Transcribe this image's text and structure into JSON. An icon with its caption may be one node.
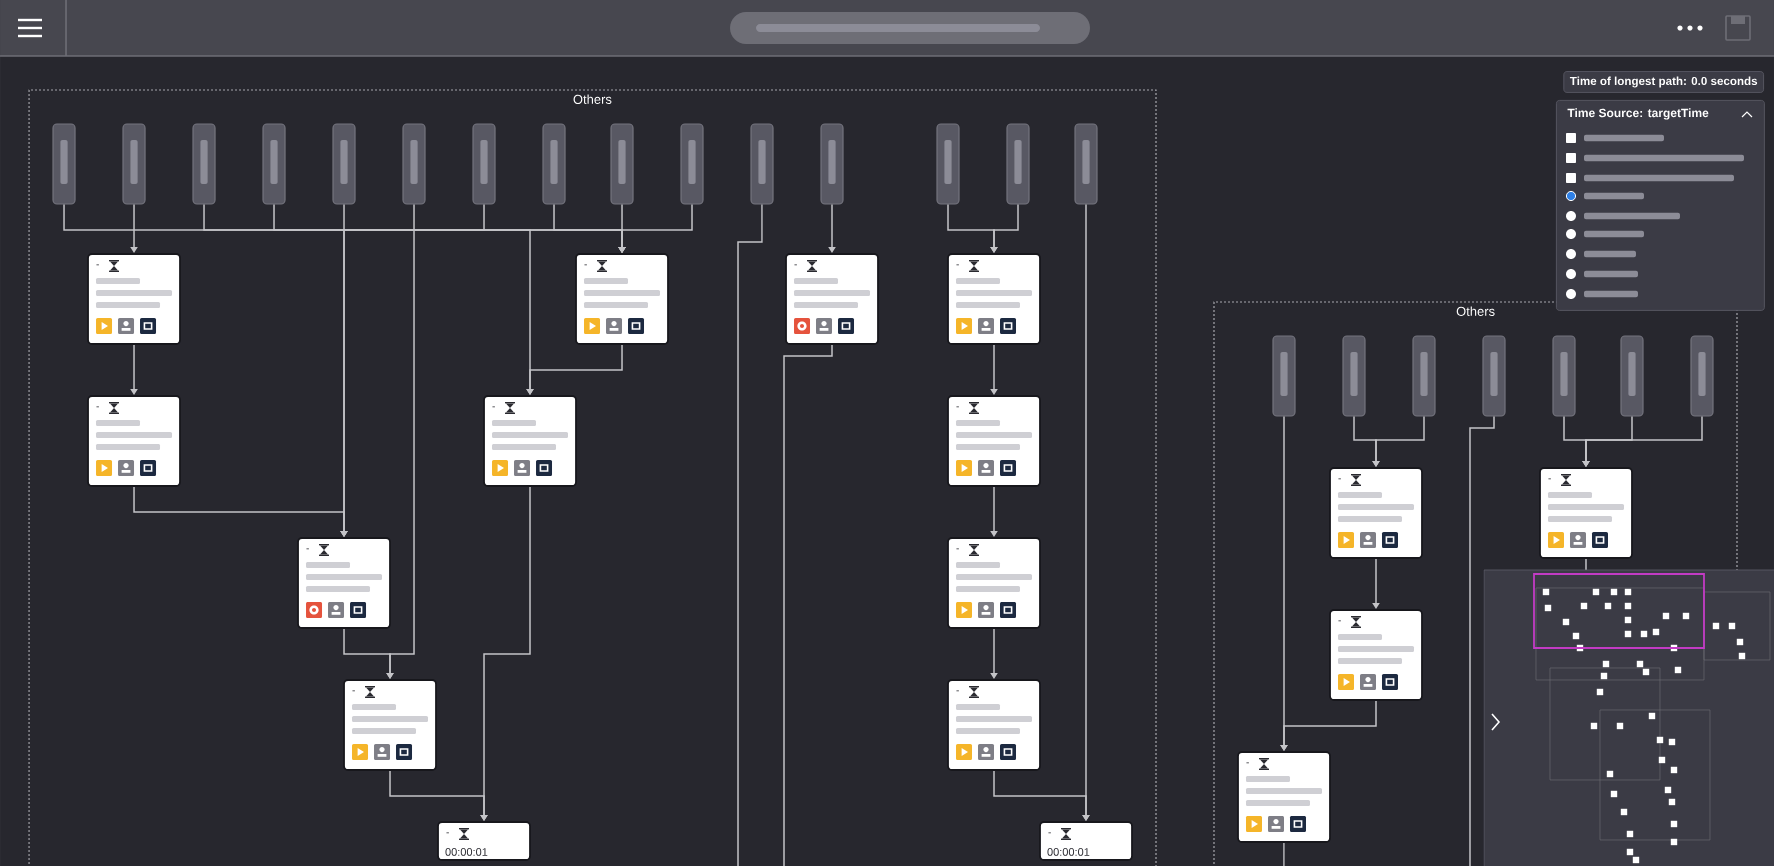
{
  "diagram": {
    "nodes": [
      {
        "text": [
          "Others"
        ]
      },
      {
        "text": [],
        "shape": "bar",
        "in": 0
      },
      {
        "text": [],
        "shape": "bar",
        "in": 0
      },
      {
        "text": [],
        "shape": "bar",
        "in": 0
      },
      {
        "text": [],
        "shape": "bar",
        "in": 0
      },
      {
        "text": [],
        "shape": "bar",
        "in": 0
      },
      {
        "text": [],
        "shape": "bar",
        "in": 0
      },
      {
        "text": [],
        "shape": "bar",
        "in": 0
      },
      {
        "text": [],
        "shape": "bar",
        "in": 0
      },
      {
        "text": [],
        "shape": "bar",
        "in": 0
      },
      {
        "text": [],
        "shape": "bar",
        "in": 0
      },
      {
        "text": [],
        "shape": "bar",
        "in": 0
      },
      {
        "text": [],
        "shape": "bar",
        "in": 0
      },
      {
        "text": [],
        "shape": "bar",
        "in": 0
      },
      {
        "text": [],
        "shape": "bar",
        "in": 0
      },
      {
        "text": [],
        "shape": "bar",
        "in": 0
      },
      {
        "text": [
          "-"
        ],
        "in": 0
      },
      {
        "text": [
          "-"
        ],
        "in": 0
      },
      {
        "text": [
          "-"
        ],
        "in": 0
      },
      {
        "text": [
          "-"
        ],
        "in": 0
      },
      {
        "text": [
          "-"
        ],
        "in": 0
      },
      {
        "text": [
          "-"
        ],
        "in": 0
      },
      {
        "text": [
          "-"
        ],
        "in": 0
      },
      {
        "text": [
          "-"
        ],
        "in": 0
      },
      {
        "text": [
          "-"
        ],
        "in": 0
      },
      {
        "text": [
          "-"
        ],
        "in": 0
      },
      {
        "text": [
          "-"
        ],
        "in": 0
      },
      {
        "text": [
          "-",
          "00:00:01"
        ],
        "in": 0
      },
      {
        "text": [
          "-",
          "00:00:01"
        ],
        "in": 0
      },
      {
        "text": [
          "Others"
        ]
      },
      {
        "text": [],
        "shape": "bar",
        "in": 29
      },
      {
        "text": [],
        "shape": "bar",
        "in": 29
      },
      {
        "text": [],
        "shape": "bar",
        "in": 29
      },
      {
        "text": [],
        "shape": "bar",
        "in": 29
      },
      {
        "text": [],
        "shape": "bar",
        "in": 29
      },
      {
        "text": [],
        "shape": "bar",
        "in": 29
      },
      {
        "text": [],
        "shape": "bar",
        "in": 29
      },
      {
        "text": [
          "-"
        ],
        "in": 29
      },
      {
        "text": [
          "-"
        ],
        "in": 29
      },
      {
        "text": [
          "-"
        ],
        "in": 29
      },
      {
        "text": [
          "-"
        ],
        "in": 29
      },
      {
        "text": [
          "Time of longest path: 0.0 seconds"
        ]
      },
      {
        "text": [
          "Time Source: targetTime"
        ]
      }
    ],
    "edges": [
      {
        "from": 2,
        "to": 16,
        "arrow": "to"
      },
      {
        "from": 16,
        "to": 20,
        "arrow": "to"
      },
      {
        "from": 20,
        "to": 23,
        "arrow": "to"
      },
      {
        "from": 1,
        "to": 21,
        "arrow": "to"
      },
      {
        "from": 3,
        "to": 23,
        "arrow": "to"
      },
      {
        "from": 4,
        "to": 17,
        "arrow": "to"
      },
      {
        "from": 5,
        "to": 17,
        "arrow": "to"
      },
      {
        "from": 6,
        "to": 25,
        "arrow": "to"
      },
      {
        "from": 7,
        "to": 23,
        "arrow": "to"
      },
      {
        "from": 8,
        "to": 17,
        "arrow": "to"
      },
      {
        "from": 9,
        "to": 17,
        "arrow": "to"
      },
      {
        "from": 10,
        "to": 17,
        "arrow": "to"
      },
      {
        "from": 11,
        "to": null,
        "arrow": "none"
      },
      {
        "from": 12,
        "to": 18,
        "arrow": "to"
      },
      {
        "from": 13,
        "to": 19,
        "arrow": "to"
      },
      {
        "from": 14,
        "to": 19,
        "arrow": "to"
      },
      {
        "from": 15,
        "to": 28,
        "arrow": "to"
      },
      {
        "from": 17,
        "to": 21,
        "arrow": "to"
      },
      {
        "from": 21,
        "to": 27,
        "arrow": "to"
      },
      {
        "from": 23,
        "to": 25,
        "arrow": "to"
      },
      {
        "from": 25,
        "to": 27,
        "arrow": "to"
      },
      {
        "from": 19,
        "to": 22,
        "arrow": "to"
      },
      {
        "from": 22,
        "to": 24,
        "arrow": "to"
      },
      {
        "from": 24,
        "to": 26,
        "arrow": "to"
      },
      {
        "from": 26,
        "to": 28,
        "arrow": "to"
      },
      {
        "from": 18,
        "to": null,
        "arrow": "none"
      },
      {
        "from": 30,
        "to": 40,
        "arrow": "to"
      },
      {
        "from": 31,
        "to": 37,
        "arrow": "to"
      },
      {
        "from": 32,
        "to": 37,
        "arrow": "to"
      },
      {
        "from": 37,
        "to": 39,
        "arrow": "to"
      },
      {
        "from": 39,
        "to": 40,
        "arrow": "to"
      },
      {
        "from": 33,
        "to": null,
        "arrow": "none"
      },
      {
        "from": 34,
        "to": 38,
        "arrow": "to"
      },
      {
        "from": 35,
        "to": 38,
        "arrow": "to"
      },
      {
        "from": 36,
        "to": 38,
        "arrow": "to"
      },
      {
        "from": 38,
        "to": null,
        "arrow": "none"
      },
      {
        "from": 40,
        "to": null,
        "arrow": "none"
      }
    ]
  }
}
